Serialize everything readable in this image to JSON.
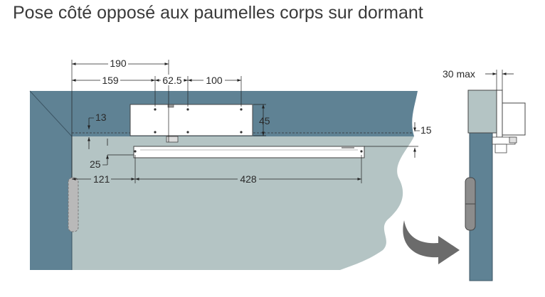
{
  "title": "Pose côté opposé aux paumelles corps sur dormant",
  "dimensions": {
    "d190": "190",
    "d159": "159",
    "d62_5": "62.5",
    "d100": "100",
    "d13": "13",
    "d45": "45",
    "d15": "15",
    "d25": "25",
    "d121": "121",
    "d428": "428",
    "d30max": "30 max"
  }
}
